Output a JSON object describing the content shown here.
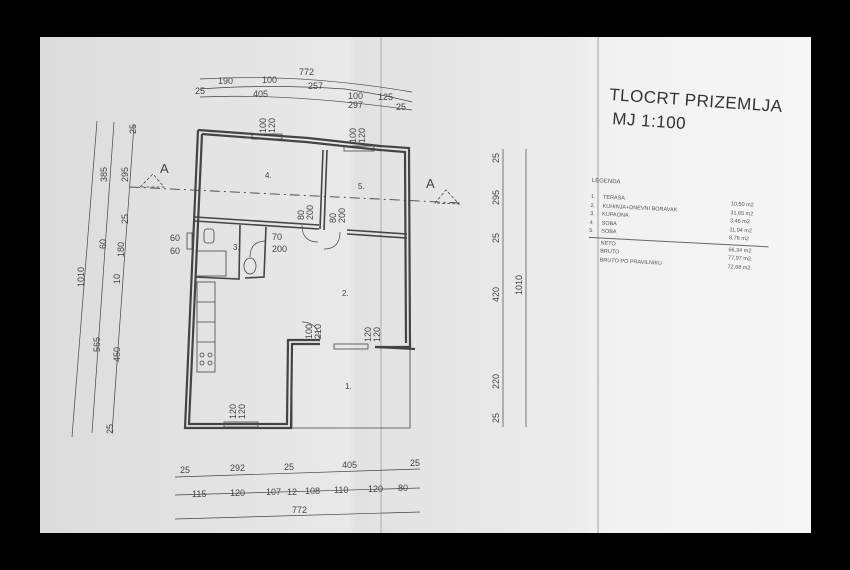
{
  "title": "TLOCRT PRIZEMLJA",
  "scale": "MJ 1:100",
  "legend": {
    "heading": "LEGENDA",
    "rooms": [
      {
        "num": "1.",
        "name": "TERASA",
        "area": "10,50 m2"
      },
      {
        "num": "2.",
        "name": "KUHINJA+DNEVNI BORAVAK",
        "area": "31,65 m2"
      },
      {
        "num": "3.",
        "name": "KUPAONA",
        "area": "3,46 m2"
      },
      {
        "num": "4.",
        "name": "SOBA",
        "area": "11,94 m2"
      },
      {
        "num": "5.",
        "name": "SOBA",
        "area": "8,76 m2"
      }
    ],
    "totals": [
      {
        "name": "NETO",
        "area": "66,34 m2"
      },
      {
        "name": "BRUTO",
        "area": "77,97 m2"
      },
      {
        "name": "BRUTO PO PRAVILNIKU",
        "area": "72,68 m2"
      }
    ]
  },
  "plan": {
    "section_marks": [
      "A",
      "A"
    ],
    "room_labels": [
      "1.",
      "2.",
      "3.",
      "4.",
      "5."
    ],
    "openings": {
      "room4_window": [
        "100",
        "120"
      ],
      "room5_window": [
        "100",
        "120"
      ],
      "door4": [
        "80",
        "200"
      ],
      "door5": [
        "80",
        "200"
      ],
      "door_bath": [
        "70",
        "200"
      ],
      "bath_window": [
        "60",
        "60"
      ],
      "door_living": [
        "100",
        "210"
      ],
      "window_living": [
        "120",
        "120"
      ],
      "window_kitchen": [
        "120",
        "120"
      ]
    },
    "dims_top": {
      "total": "772",
      "row1": [
        "190",
        "100",
        "257"
      ],
      "row2": [
        "405",
        "100",
        "125"
      ],
      "row2b": [
        "297"
      ],
      "ends": [
        "25",
        "25"
      ]
    },
    "dims_left": {
      "total": "1010",
      "outer": [
        "385",
        "565"
      ],
      "inner": [
        "295",
        "180",
        "450"
      ],
      "small": [
        "25",
        "25",
        "10",
        "25",
        "60"
      ]
    },
    "dims_right": {
      "total": "1010",
      "segments": [
        "295",
        "420",
        "220"
      ],
      "small": [
        "25",
        "25",
        "25"
      ]
    },
    "dims_bottom": {
      "row1": [
        "25",
        "292",
        "25",
        "405",
        "25"
      ],
      "row2": [
        "115",
        "120",
        "107",
        "12",
        "108",
        "110",
        "120",
        "80"
      ],
      "total": "772"
    }
  }
}
